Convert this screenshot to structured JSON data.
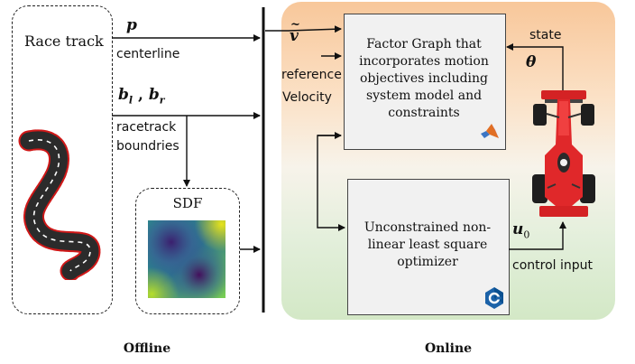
{
  "offline": {
    "caption": "Offline",
    "race_track_title": "Race track",
    "sdf_title": "SDF"
  },
  "online": {
    "caption": "Online"
  },
  "labels": {
    "p_symbol": "p",
    "centerline": "centerline",
    "b_symbol": "b",
    "b_left_sub": "l",
    "b_right_sub": "r",
    "comma": ",",
    "racetrack": "racetrack",
    "boundries": "boundries",
    "v_symbol": "v",
    "reference": "reference",
    "velocity": "Velocity",
    "state": "state",
    "theta_symbol": "θ",
    "u_symbol": "u",
    "u_sub": "0",
    "control_input": "control input"
  },
  "factor_graph": {
    "text": "Factor Graph that incorporates motion objectives including system model and constraints",
    "icon": "matlab-icon"
  },
  "optimizer": {
    "text": "Unconstrained non-linear least square optimizer",
    "icon": "cpp-icon"
  },
  "colors": {
    "online_top": "#f8c79a",
    "online_bottom": "#d3e8c6",
    "car": "#e0282a",
    "track": "#2b2b2b",
    "track_border": "#d01818"
  }
}
